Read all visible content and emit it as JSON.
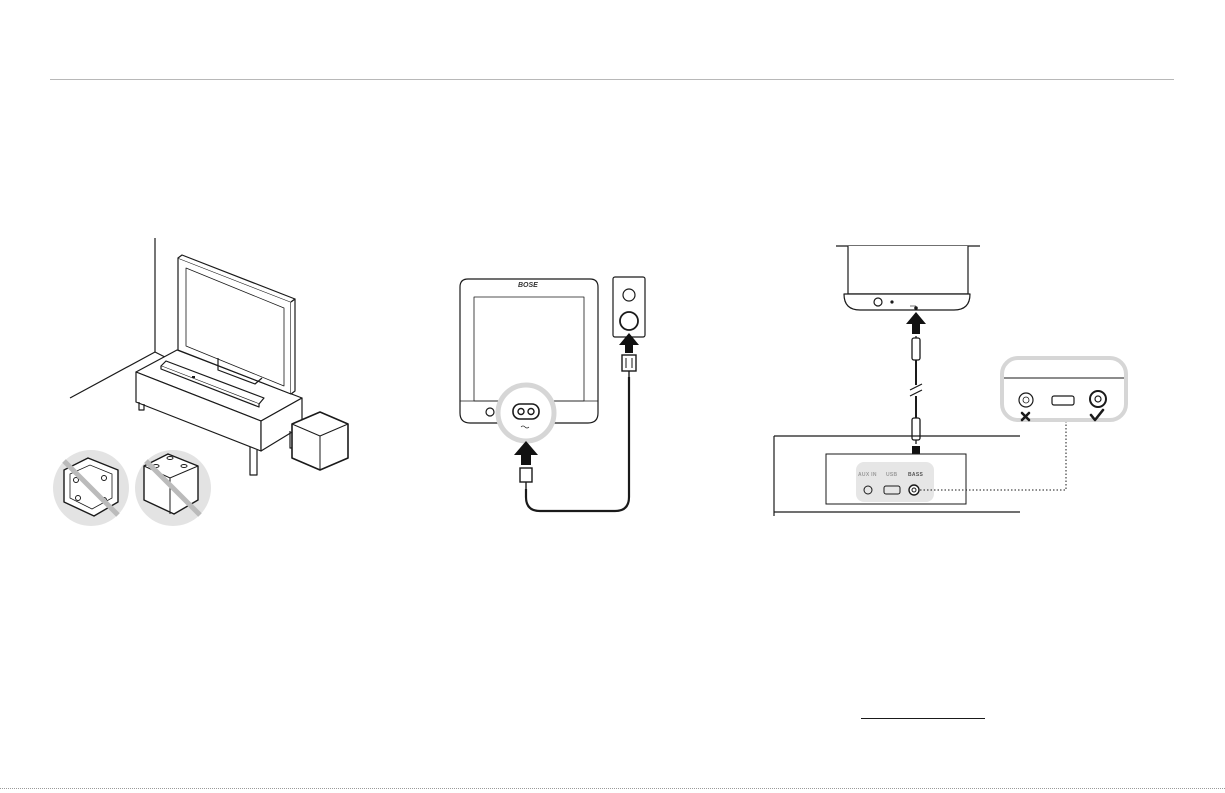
{
  "illustrations": [
    {
      "name": "subwoofer-placement",
      "icons": [
        "tv-stand",
        "soundbar",
        "bass-module",
        "no-upside-down",
        "no-on-side"
      ]
    },
    {
      "name": "power-connection",
      "icons": [
        "bass-module-front",
        "power-port",
        "wall-outlet",
        "power-cord",
        "arrow-up"
      ]
    },
    {
      "name": "bass-cable-connection",
      "icons": [
        "bass-module-bottom",
        "bass-cable",
        "soundbar-rear-panel",
        "cross-mark",
        "check-mark"
      ]
    }
  ],
  "labels": {
    "bass_module_logo": "BOSE",
    "port_aux_in": "AUX IN",
    "port_usb": "USB",
    "port_bass": "BASS"
  },
  "colors": {
    "line": "#1a1a1a",
    "shade": "#e3e3e3",
    "rule": "#b8b8b8"
  }
}
